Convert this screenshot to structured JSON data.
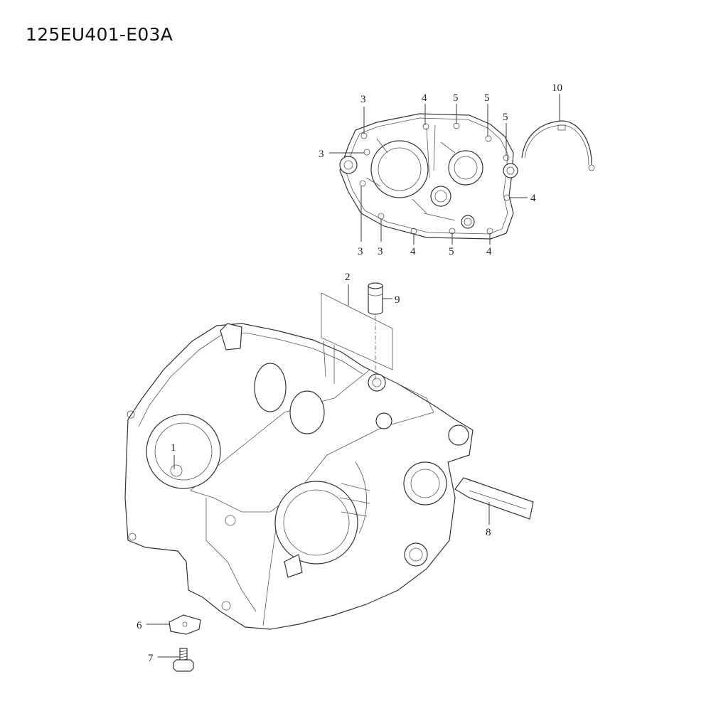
{
  "title": "125EU401-E03A",
  "callouts": {
    "c1": "1",
    "c2": "2",
    "c3a": "3",
    "c3b": "3",
    "c3c": "3",
    "c3d": "3",
    "c4a": "4",
    "c4b": "4",
    "c4c": "4",
    "c4d": "4",
    "c5a": "5",
    "c5b": "5",
    "c5c": "5",
    "c5d": "5",
    "c6": "6",
    "c7": "7",
    "c8": "8",
    "c9": "9",
    "c10": "10"
  }
}
